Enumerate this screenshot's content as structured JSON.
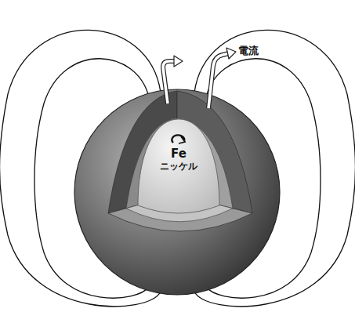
{
  "diagram": {
    "labels": [
      "電流",
      "Fe",
      "ニッケル"
    ]
  }
}
